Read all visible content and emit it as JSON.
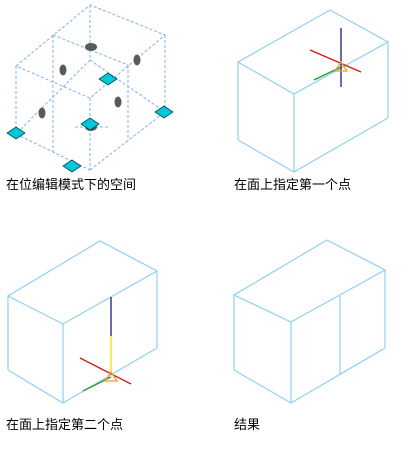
{
  "figure": {
    "captions": {
      "step1": "在位编辑模式下的空间",
      "step2": "在面上指定第一个点",
      "step3": "在面上指定第二个点",
      "step4": "结果"
    },
    "colors": {
      "box_edge": "#8fd0f0",
      "box_edge_dashed": "#7fb2e8",
      "grip": "#00c8d8",
      "grip_outline": "#004a55",
      "dot": "#5a5a5a",
      "axis_x": "#d01818",
      "axis_y": "#2a9a2a",
      "axis_z": "#1a1a80",
      "cursor_marker": "#f0a020",
      "extension": "#f0e000"
    },
    "icons": [
      "grip-icon",
      "cursor-triad-icon"
    ]
  }
}
